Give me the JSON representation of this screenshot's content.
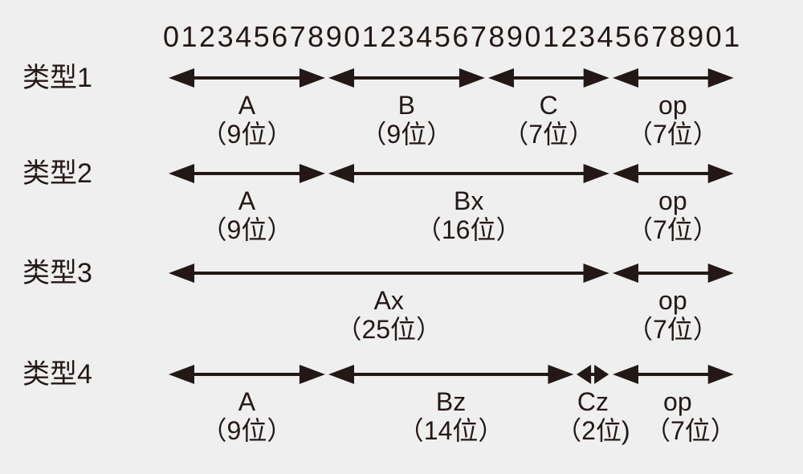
{
  "bit_ruler": "01234567890123456789012345678901",
  "colors": {
    "background": "#efefef",
    "ink": "#231815"
  },
  "formats": [
    {
      "label": "类型1",
      "fields": [
        {
          "name": "A",
          "width": "（9位）"
        },
        {
          "name": "B",
          "width": "（9位）"
        },
        {
          "name": "C",
          "width": "（7位）"
        },
        {
          "name": "op",
          "width": "（7位）"
        }
      ]
    },
    {
      "label": "类型2",
      "fields": [
        {
          "name": "A",
          "width": "（9位）"
        },
        {
          "name": "Bx",
          "width": "（16位）"
        },
        {
          "name": "op",
          "width": "（7位）"
        }
      ]
    },
    {
      "label": "类型3",
      "fields": [
        {
          "name": "Ax",
          "width": "（25位）"
        },
        {
          "name": "op",
          "width": "（7位）"
        }
      ]
    },
    {
      "label": "类型4",
      "fields": [
        {
          "name": "A",
          "width": "（9位）"
        },
        {
          "name": "Bz",
          "width": "（14位）"
        },
        {
          "name": "Cz",
          "width": "（2位)"
        },
        {
          "name": "op",
          "width": "（7位）"
        }
      ]
    }
  ]
}
